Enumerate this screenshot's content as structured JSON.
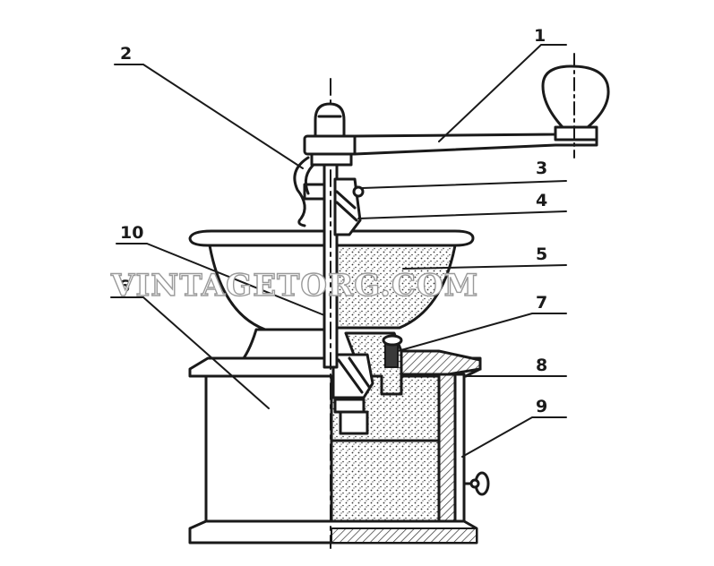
{
  "diagram": {
    "watermark": "VINTAGETORG.COM",
    "callouts": [
      {
        "id": "c1",
        "text": "1"
      },
      {
        "id": "c2",
        "text": "2"
      },
      {
        "id": "c3",
        "text": "3"
      },
      {
        "id": "c4",
        "text": "4"
      },
      {
        "id": "c5",
        "text": "5"
      },
      {
        "id": "c6",
        "text": "6"
      },
      {
        "id": "c7",
        "text": "7"
      },
      {
        "id": "c8",
        "text": "8"
      },
      {
        "id": "c9",
        "text": "9"
      },
      {
        "id": "c10",
        "text": "10"
      }
    ],
    "colors": {
      "ink": "#1a1a1a",
      "paper": "#ffffff",
      "watermark": "#9a9a9a"
    }
  }
}
